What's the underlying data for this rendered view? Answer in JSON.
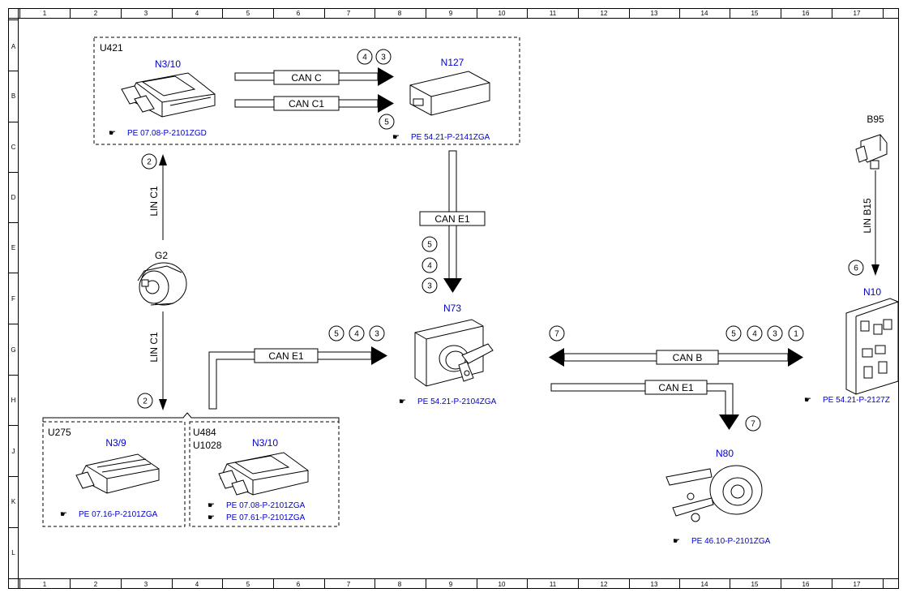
{
  "grid": {
    "columns": [
      "1",
      "2",
      "3",
      "4",
      "5",
      "6",
      "7",
      "8",
      "9",
      "10",
      "11",
      "12",
      "13",
      "14",
      "15",
      "16",
      "17"
    ],
    "rows": [
      "A",
      "B",
      "C",
      "D",
      "E",
      "F",
      "G",
      "H",
      "J",
      "K",
      "L"
    ]
  },
  "groups": {
    "u421": "U421",
    "u275": "U275",
    "u484": "U484",
    "u1028": "U1028"
  },
  "components": {
    "n3_10_top": "N3/10",
    "n127": "N127",
    "b95": "B95",
    "g2": "G2",
    "n73": "N73",
    "n10": "N10",
    "n3_9": "N3/9",
    "n3_10_bottom": "N3/10",
    "n80": "N80"
  },
  "references": {
    "ref_n3_10_top": "PE 07.08-P-2101ZGD",
    "ref_n127": "PE 54.21-P-2141ZGA",
    "ref_n73": "PE 54.21-P-2104ZGA",
    "ref_n10": "PE 54.21-P-2127Z",
    "ref_n3_9": "PE 07.16-P-2101ZGA",
    "ref_n3_10_b1": "PE 07.08-P-2101ZGA",
    "ref_n3_10_b2": "PE 07.61-P-2101ZGA",
    "ref_n80": "PE 46.10-P-2101ZGA"
  },
  "buses": {
    "can_c": "CAN C",
    "can_c1": "CAN C1",
    "can_e1_vertical": "CAN E1",
    "can_e1_left": "CAN E1",
    "can_b": "CAN B",
    "can_e1_right": "CAN E1",
    "lin_c1_top": "LIN C1",
    "lin_c1_bottom": "LIN C1",
    "lin_b15": "LIN B15"
  },
  "markers": {
    "m_a4": "4",
    "m_a3": "3",
    "m_b5": "5",
    "m_c2": "2",
    "m_e5": "5",
    "m_e4": "4",
    "m_e3": "3",
    "m_h2": "2",
    "m_g5": "5",
    "m_g4": "4",
    "m_g3": "3",
    "m_g7": "7",
    "m_r5": "5",
    "m_r4": "4",
    "m_r3": "3",
    "m_r1": "1",
    "m_j7": "7",
    "m_f6": "6"
  }
}
